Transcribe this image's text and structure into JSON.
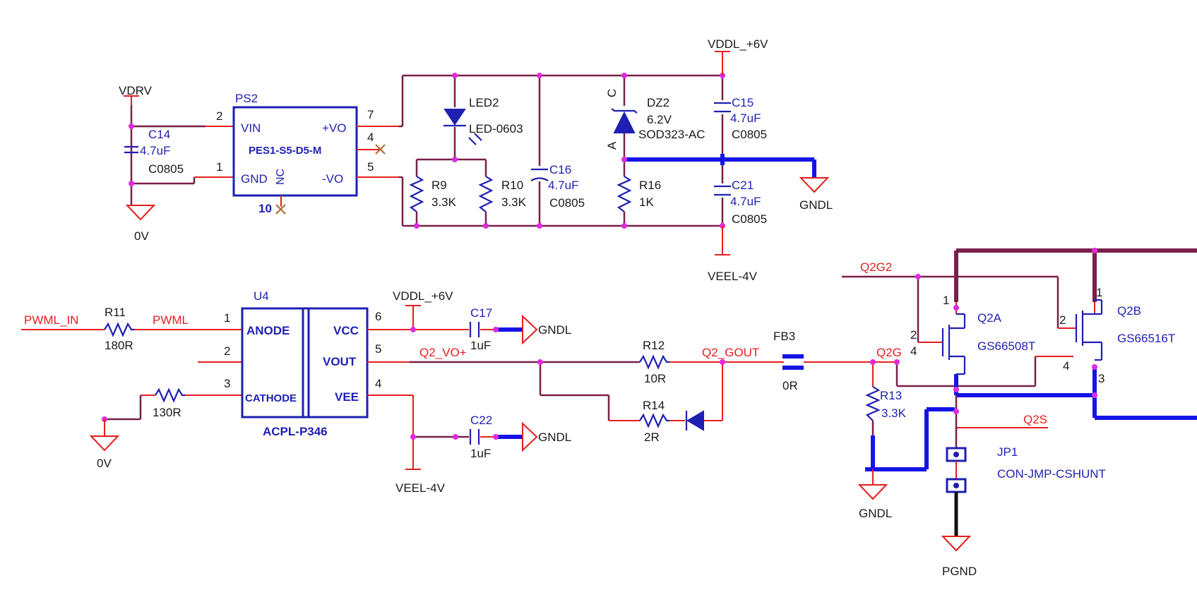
{
  "rails": {
    "vdrv": "VDRV",
    "vddl_top": "VDDL_+6V",
    "vddl_mid": "VDDL_+6V",
    "veel_top": "VEEL-4V",
    "veel_mid": "VEEL-4V",
    "zero_v_1": "0V",
    "zero_v_2": "0V",
    "gndl_1": "GNDL",
    "gndl_2": "GNDL",
    "gndl_3": "GNDL",
    "gndl_4": "GNDL",
    "pgnd": "PGND"
  },
  "nets": {
    "pwml_in": "PWML_IN",
    "pwml": "PWML",
    "q2_vo": "Q2_VO+",
    "q2_gout": "Q2_GOUT",
    "q2g": "Q2G",
    "q2g2": "Q2G2",
    "q2s": "Q2S"
  },
  "ps2": {
    "ref": "PS2",
    "part": "PES1-S5-D5-M",
    "vin": "VIN",
    "gnd": "GND",
    "nc": "NC",
    "pvo": "+VO",
    "mvo": "-VO",
    "pin_vin": "2",
    "pin_gnd": "1",
    "pin_pvo": "7",
    "pin_nc_right": "4",
    "pin_mvo": "5",
    "pin_nc_bottom": "10"
  },
  "c14": {
    "ref": "C14",
    "value": "4.7uF",
    "package": "C0805"
  },
  "led2": {
    "ref": "LED2",
    "value": "LED-0603"
  },
  "r9": {
    "ref": "R9",
    "value": "3.3K"
  },
  "r10": {
    "ref": "R10",
    "value": "3.3K"
  },
  "c16": {
    "ref": "C16",
    "value": "4.7uF",
    "package": "C0805"
  },
  "dz2": {
    "ref": "DZ2",
    "value": "6.2V",
    "package": "SOD323-AC",
    "cathode": "C",
    "anode": "A"
  },
  "r16": {
    "ref": "R16",
    "value": "1K"
  },
  "c15": {
    "ref": "C15",
    "value": "4.7uF",
    "package": "C0805"
  },
  "c21": {
    "ref": "C21",
    "value": "4.7uF",
    "package": "C0805"
  },
  "r11": {
    "ref": "R11",
    "value": "180R"
  },
  "r_cathode": {
    "value": "130R"
  },
  "u4": {
    "ref": "U4",
    "part": "ACPL-P346",
    "anode": "ANODE",
    "cathode": "CATHODE",
    "vcc": "VCC",
    "vout": "VOUT",
    "vee": "VEE",
    "pin_anode": "1",
    "pin_2": "2",
    "pin_cathode": "3",
    "pin_vcc": "6",
    "pin_vout": "5",
    "pin_vee": "4"
  },
  "c17": {
    "ref": "C17",
    "value": "1uF"
  },
  "c22": {
    "ref": "C22",
    "value": "1uF"
  },
  "r12": {
    "ref": "R12",
    "value": "10R"
  },
  "r14": {
    "ref": "R14",
    "value": "2R"
  },
  "fb3": {
    "ref": "FB3",
    "value": "0R"
  },
  "r13": {
    "ref": "R13",
    "value": "3.3K"
  },
  "q2a": {
    "ref": "Q2A",
    "part": "GS66508T",
    "pin_1": "1",
    "pin_2": "2",
    "pin_4": "4"
  },
  "q2b": {
    "ref": "Q2B",
    "part": "GS66516T",
    "pin_1": "1",
    "pin_2": "2",
    "pin_3": "3",
    "pin_4": "4"
  },
  "jp1": {
    "ref": "JP1",
    "part": "CON-JMP-CSHUNT"
  },
  "colors": {
    "wire": "#7a1f4a",
    "power_wire": "#1414e6",
    "pin_wire": "#e51e1e",
    "component": "#1f1fb3",
    "junction": "#e02ae0",
    "net_label": "#e51e1e"
  }
}
